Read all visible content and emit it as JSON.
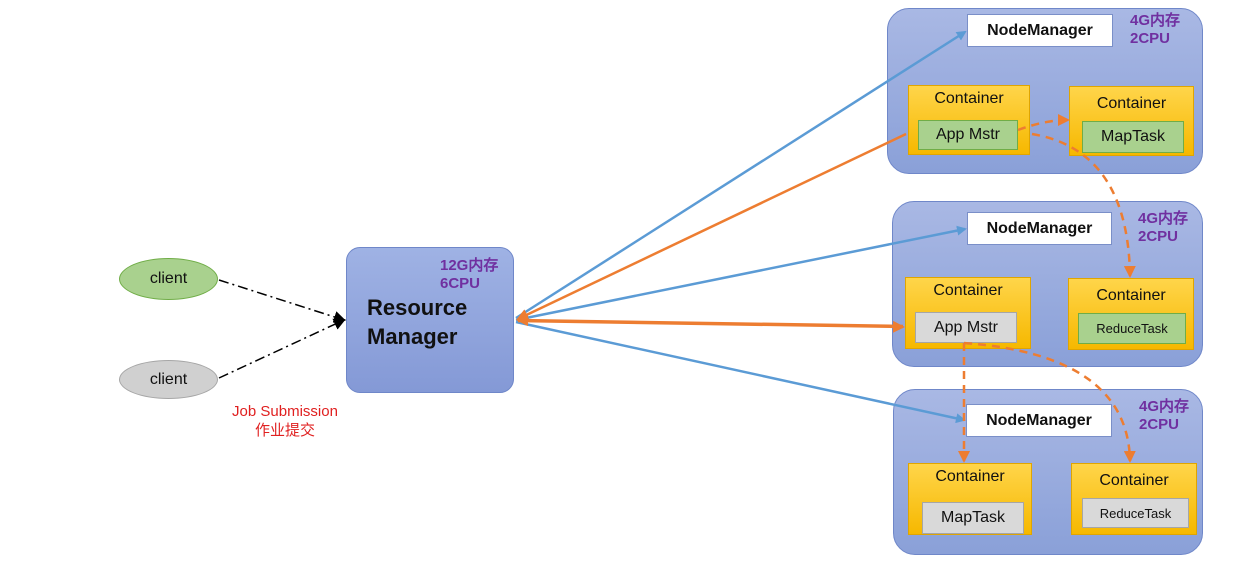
{
  "clients": [
    {
      "label": "client",
      "color": "#a9d18e"
    },
    {
      "label": "client",
      "color": "#d0d0d0"
    }
  ],
  "job_submission": {
    "line1": "Job Submission",
    "line2": "作业提交"
  },
  "resource_manager": {
    "title_line1": "Resource",
    "title_line2": "Manager",
    "mem": "12G内存",
    "cpu": "6CPU"
  },
  "nodes": [
    {
      "manager": "NodeManager",
      "mem": "4G内存",
      "cpu": "2CPU",
      "containers": [
        {
          "label": "Container",
          "task": "App Mstr"
        },
        {
          "label": "Container",
          "task": "MapTask"
        }
      ]
    },
    {
      "manager": "NodeManager",
      "mem": "4G内存",
      "cpu": "2CPU",
      "containers": [
        {
          "label": "Container",
          "task": "App Mstr"
        },
        {
          "label": "Container",
          "task": "ReduceTask"
        }
      ]
    },
    {
      "manager": "NodeManager",
      "mem": "4G内存",
      "cpu": "2CPU",
      "containers": [
        {
          "label": "Container",
          "task": "MapTask"
        },
        {
          "label": "Container",
          "task": "ReduceTask"
        }
      ]
    }
  ],
  "colors": {
    "blue_arrow": "#5b9bd5",
    "orange_arrow": "#ed7d31",
    "purple_text": "#7030a0",
    "red_text": "#e02020"
  }
}
